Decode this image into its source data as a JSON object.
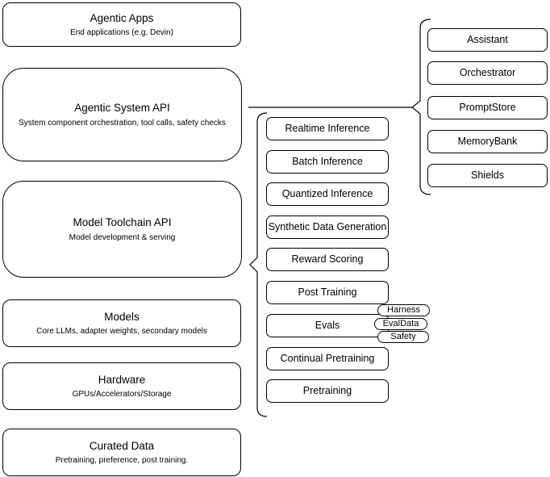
{
  "left_stack": [
    {
      "title": "Agentic Apps",
      "subtitle": "End applications (e.g. Devin)"
    },
    {
      "title": "Agentic System API",
      "subtitle": "System component orchestration, tool calls, safety checks"
    },
    {
      "title": "Model Toolchain API",
      "subtitle": "Model development & serving"
    },
    {
      "title": "Models",
      "subtitle": "Core LLMs, adapter weights, secondary models"
    },
    {
      "title": "Hardware",
      "subtitle": "GPUs/Accelerators/Storage"
    },
    {
      "title": "Curated Data",
      "subtitle": "Pretraining, preference, post training."
    }
  ],
  "toolchain_stack": [
    "Realtime Inference",
    "Batch Inference",
    "Quantized Inference",
    "Synthetic Data Generation",
    "Reward Scoring",
    "Post Training",
    "Evals",
    "Continual Pretraining",
    "Pretraining"
  ],
  "evals_tags": [
    "Harness",
    "EvalData",
    "Safety"
  ],
  "system_stack": [
    "Assistant",
    "Orchestrator",
    "PromptStore",
    "MemoryBank",
    "Shields"
  ],
  "colors": {
    "stroke": "#000000",
    "background": "#ffffff",
    "text": "#000000"
  }
}
